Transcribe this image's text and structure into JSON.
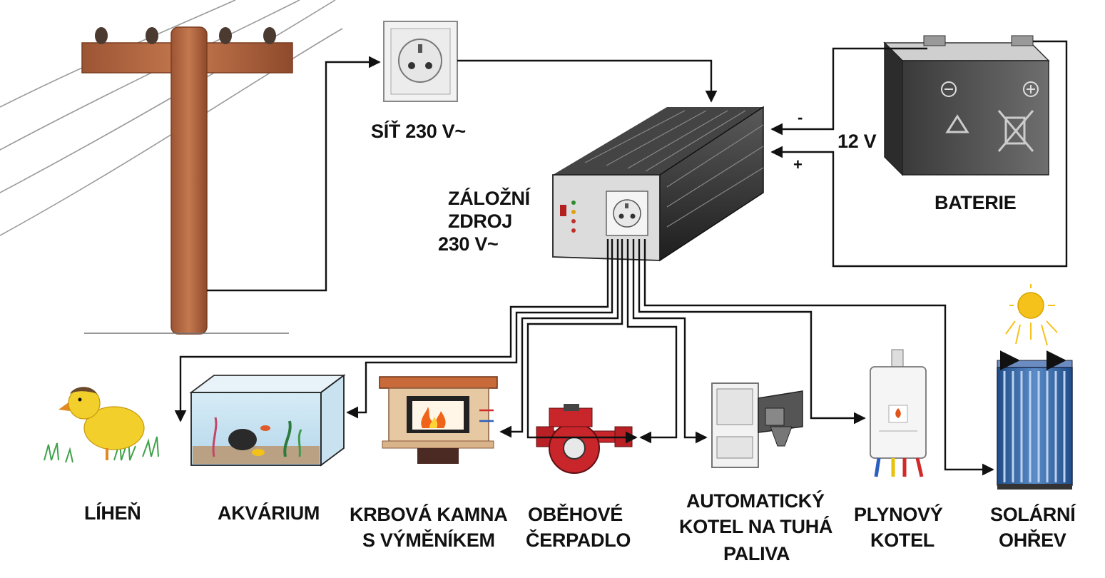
{
  "colors": {
    "wire": "#111111",
    "pole_wood": "#b86a44",
    "inverter_body": "#3a3a3a",
    "battery_body": "#4a4a4a",
    "pump_red": "#c8262b",
    "sun_yellow": "#f5c21b",
    "solar_blue": "#2b5d9e",
    "duck_yellow": "#f2cf2a"
  },
  "labels": {
    "grid": "SÍŤ 230 V~",
    "backup_line1": "ZÁLOŽNÍ",
    "backup_line2": "ZDROJ",
    "backup_line3": "230 V~",
    "battery": "BATERIE",
    "battery_voltage": "12 V",
    "minus": "-",
    "plus": "+",
    "hatchery": "LÍHEŇ",
    "aquarium": "AKVÁRIUM",
    "fireplace_line1": "KRBOVÁ KAMNA",
    "fireplace_line2": "S VÝMĚNÍKEM",
    "pump_line1": "OBĚHOVÉ",
    "pump_line2": "ČERPADLO",
    "boiler_line1": "AUTOMATICKÝ",
    "boiler_line2": "KOTEL NA TUHÁ",
    "boiler_line3": "PALIVA",
    "gas_line1": "PLYNOVÝ",
    "gas_line2": "KOTEL",
    "solar_line1": "SOLÁRNÍ",
    "solar_line2": "OHŘEV"
  },
  "icons": {
    "pole": "utility-pole-icon",
    "socket": "wall-socket-icon",
    "inverter": "backup-inverter-icon",
    "battery": "lead-acid-battery-icon",
    "duckling": "duckling-icon",
    "aquarium": "aquarium-icon",
    "fireplace": "fireplace-icon",
    "pump": "circulation-pump-icon",
    "boiler": "solid-fuel-boiler-icon",
    "gas_boiler": "gas-boiler-icon",
    "solar": "solar-collector-icon",
    "sun": "sun-icon"
  }
}
